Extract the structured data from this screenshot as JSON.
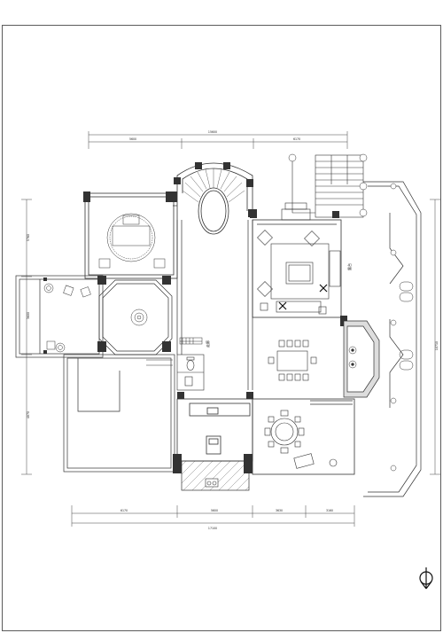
{
  "plan": {
    "top_dimensions": {
      "overall": "15600",
      "seg1": "5600",
      "seg2": "6170"
    },
    "bottom_dimensions": {
      "overall": "17100",
      "seg1": "6170",
      "seg2": "5600",
      "seg3": "3630",
      "seg4": "3160"
    },
    "left_dimensions": {
      "seg1": "5760",
      "seg2": "3600",
      "seg3": "4870"
    },
    "right_dimensions": {
      "seg1": "10710"
    },
    "room_labels": {
      "corridor": "走廊",
      "terrace": "露台"
    }
  },
  "north_arrow": {
    "icon": "north-arrow-icon"
  }
}
